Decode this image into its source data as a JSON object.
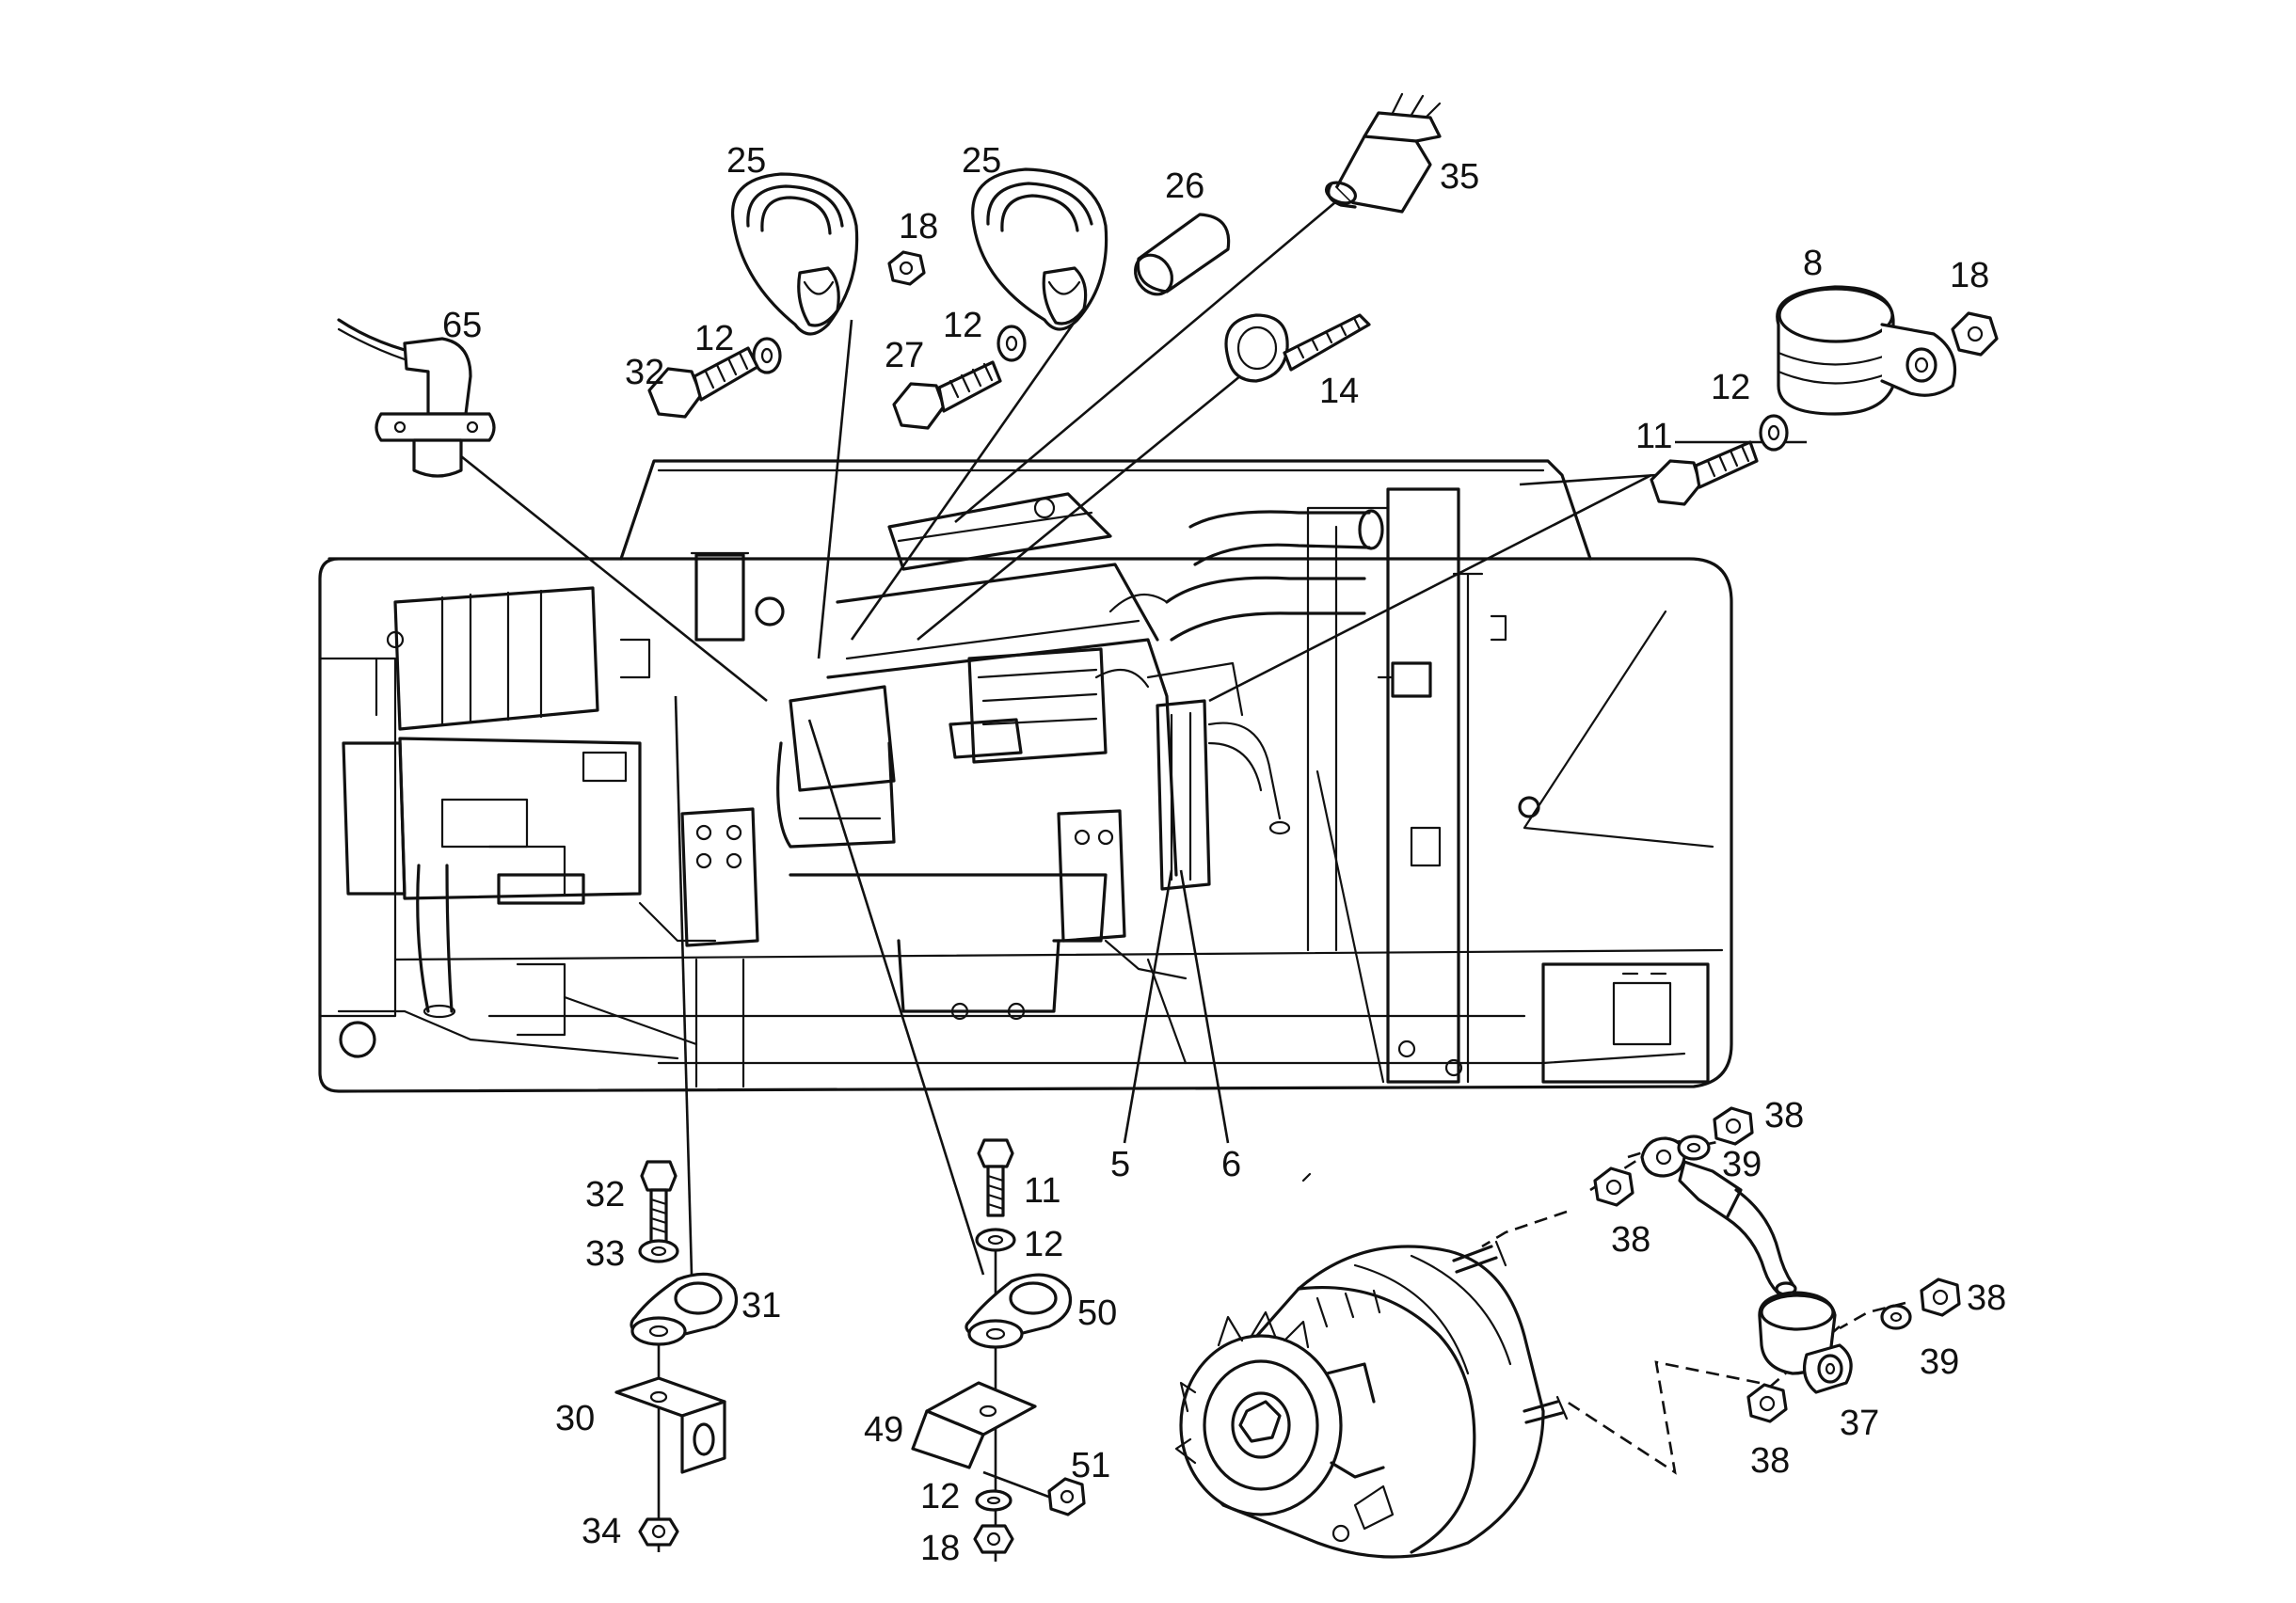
{
  "diagram": {
    "labels": {
      "p25a": "25",
      "p25b": "25",
      "p26": "26",
      "p35": "35",
      "p18a": "18",
      "p12a": "12",
      "p32a": "32",
      "p12b": "12",
      "p27": "27",
      "p14": "14",
      "p65": "65",
      "p8": "8",
      "p18b": "18",
      "p12c": "12",
      "p11a": "11",
      "p5": "5",
      "p6": "6",
      "p32b": "32",
      "p33": "33",
      "p31": "31",
      "p30": "30",
      "p34": "34",
      "p11b": "11",
      "p12d": "12",
      "p50": "50",
      "p49": "49",
      "p51": "51",
      "p12e": "12",
      "p18c": "18",
      "p38a": "38",
      "p39a": "39",
      "p38b": "38",
      "p38c": "38",
      "p39b": "39",
      "p37": "37",
      "p38d": "38"
    }
  }
}
